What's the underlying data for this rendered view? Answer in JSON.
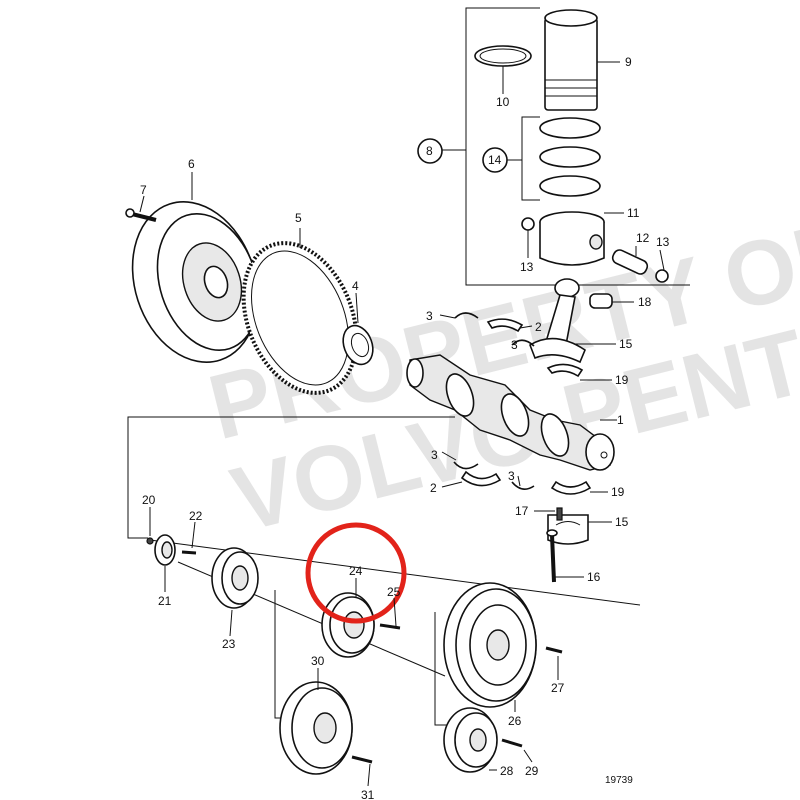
{
  "watermark": [
    "PROPERTY OF",
    "VOLVO PENTA"
  ],
  "diagram_number": "19739",
  "highlight": {
    "part": "24",
    "color": "#e2231a"
  },
  "parts": {
    "p1": "1",
    "p2a": "2",
    "p2b": "2",
    "p3a": "3",
    "p3b": "3",
    "p3c": "3",
    "p3d": "3",
    "p4": "4",
    "p5": "5",
    "p6": "6",
    "p7": "7",
    "p8": "8",
    "p9": "9",
    "p10": "10",
    "p11": "11",
    "p12": "12",
    "p13a": "13",
    "p13b": "13",
    "p14": "14",
    "p15a": "15",
    "p15b": "15",
    "p16": "16",
    "p17": "17",
    "p18": "18",
    "p19a": "19",
    "p19b": "19",
    "p20": "20",
    "p21": "21",
    "p22": "22",
    "p23": "23",
    "p24": "24",
    "p25": "25",
    "p26": "26",
    "p27": "27",
    "p28": "28",
    "p29": "29",
    "p30": "30",
    "p31": "31"
  }
}
